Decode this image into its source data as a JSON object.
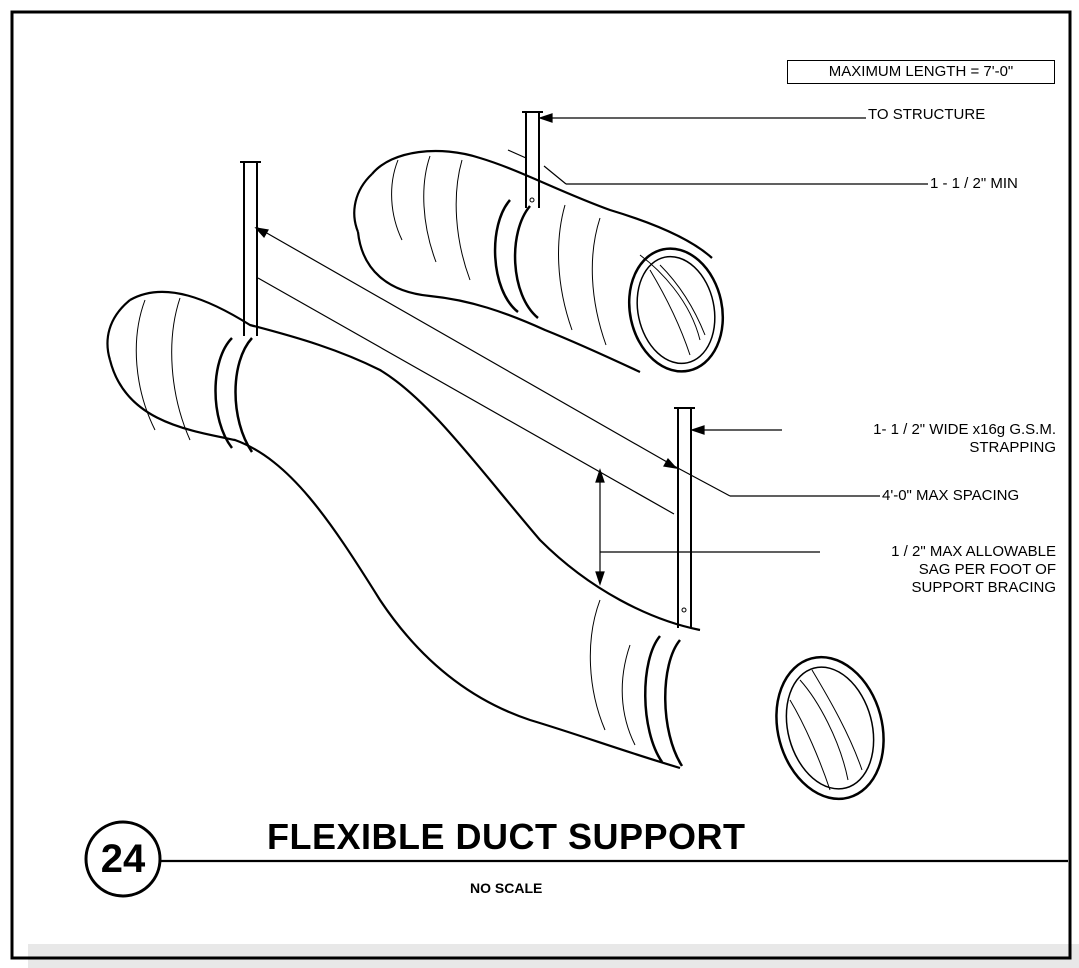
{
  "drawing": {
    "number": "24",
    "title": "FLEXIBLE DUCT SUPPORT",
    "subtitle": "NO SCALE",
    "note_box": "MAXIMUM LENGTH = 7'-0\""
  },
  "callouts": {
    "to_structure": "TO STRUCTURE",
    "min_width": "1 - 1 / 2\" MIN",
    "strap_line1": "1- 1 / 2\"  WIDE  x16g G.S.M.",
    "strap_line2": "STRAPPING",
    "max_spacing": "4'-0\" MAX SPACING",
    "sag_line1": "1 / 2\" MAX ALLOWABLE",
    "sag_line2": "SAG PER FOOT OF",
    "sag_line3": "SUPPORT BRACING"
  }
}
